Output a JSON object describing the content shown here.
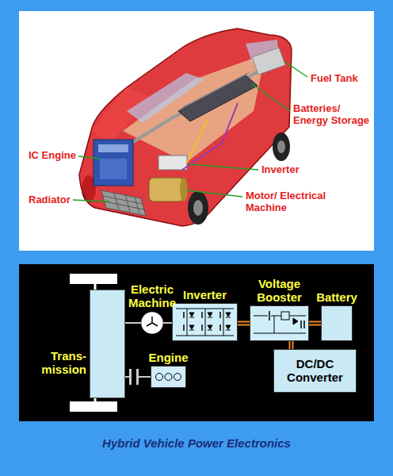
{
  "diagram": {
    "caption": "Hybrid Vehicle Power Electronics",
    "nodes": [
      {
        "text": [
          "Trans- mission"
        ]
      },
      {
        "text": [
          "Electric Machine"
        ]
      },
      {
        "text": [
          "Inverter"
        ]
      },
      {
        "text": [
          "Voltage Booster"
        ]
      },
      {
        "text": [
          "Battery"
        ]
      },
      {
        "text": [
          "Engine"
        ]
      },
      {
        "text": [
          "DC/DC Converter"
        ]
      }
    ],
    "edges": [
      {
        "from": 1,
        "to": 0,
        "arrow": "none"
      },
      {
        "from": 1,
        "to": 2,
        "arrow": "none"
      },
      {
        "from": 2,
        "to": 3,
        "arrow": "none"
      },
      {
        "from": 3,
        "to": 4,
        "arrow": "none"
      },
      {
        "from": 3,
        "to": 6,
        "arrow": "none"
      },
      {
        "from": 5,
        "to": 0,
        "arrow": "none"
      }
    ],
    "labels": [
      "Fuel Tank",
      "Batteries/ Energy Storage",
      "IC Engine",
      "Inverter",
      "Radiator",
      "Motor/ Electrical Machine"
    ]
  }
}
